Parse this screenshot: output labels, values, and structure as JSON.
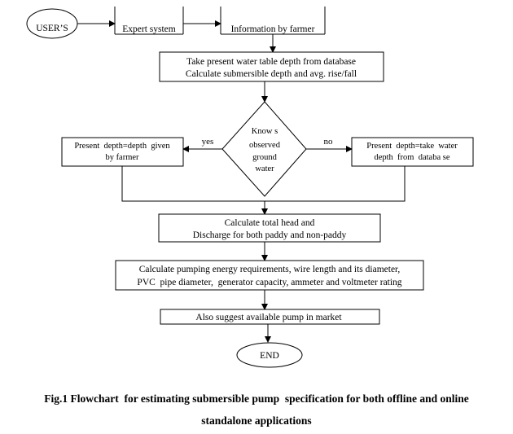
{
  "flowchart": {
    "start_label": "USER’S",
    "expert_system_label": "Expert system",
    "info_by_farmer_label": "Information by farmer",
    "step1_line1": "Take present water table depth from database",
    "step1_line2": "Calculate submersible depth and avg. rise/fall",
    "decision_line1": "Know s",
    "decision_line2": "observed",
    "decision_line3": "ground",
    "decision_line4": "water",
    "yes_label": "yes",
    "no_label": "no",
    "yes_box_line1": "Present  depth=depth  given",
    "yes_box_line2": "by farmer",
    "no_box_line1": "Present  depth=take  water",
    "no_box_line2": "depth  from  databa se",
    "step2_line1": "Calculate total head and",
    "step2_line2": "Discharge for both paddy and non-paddy",
    "step3_line1": "Calculate pumping energy requirements, wire length and its diameter,",
    "step3_line2": "PVC  pipe diameter,  generator capacity, ammeter and voltmeter rating",
    "step4_label": "Also suggest available pump in market",
    "end_label": "END"
  },
  "caption": {
    "line1": "Fig.1 Flowchart  for estimating submersible pump  specification for both offline and online",
    "line2": "standalone applications"
  }
}
